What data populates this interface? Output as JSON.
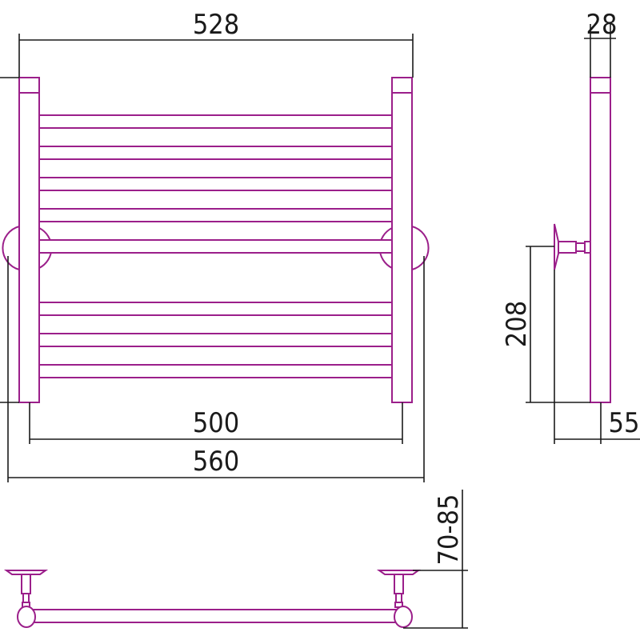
{
  "colors": {
    "product": "#9b1f8a",
    "dimension": "#1a1a1a"
  },
  "dimensions": {
    "overall_width": "528",
    "axis_distance": "500",
    "wall_mount_width": "560",
    "depth": "28",
    "mount_height": "208",
    "wall_offset": "55",
    "wall_distance_range": "70-85"
  }
}
